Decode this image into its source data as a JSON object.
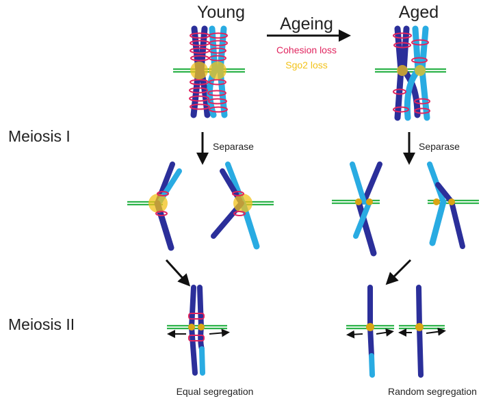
{
  "titles": {
    "young": "Young",
    "aged": "Aged"
  },
  "transition": {
    "label": "Ageing",
    "cohesion_loss": "Cohesion loss",
    "sgo2_loss": "Sgo2 loss"
  },
  "stages": {
    "meiosis1": "Meiosis I",
    "meiosis2": "Meiosis II"
  },
  "enzyme": {
    "young": "Separase",
    "aged": "Separase"
  },
  "outcomes": {
    "young": "Equal segregation",
    "aged": "Random segregation"
  },
  "colors": {
    "dark_chromatid": "#2b2f9a",
    "light_chromatid": "#29abe2",
    "cohesin": "#e0245e",
    "sgo2": "#f2c21a",
    "spindle": "#2db34a"
  }
}
